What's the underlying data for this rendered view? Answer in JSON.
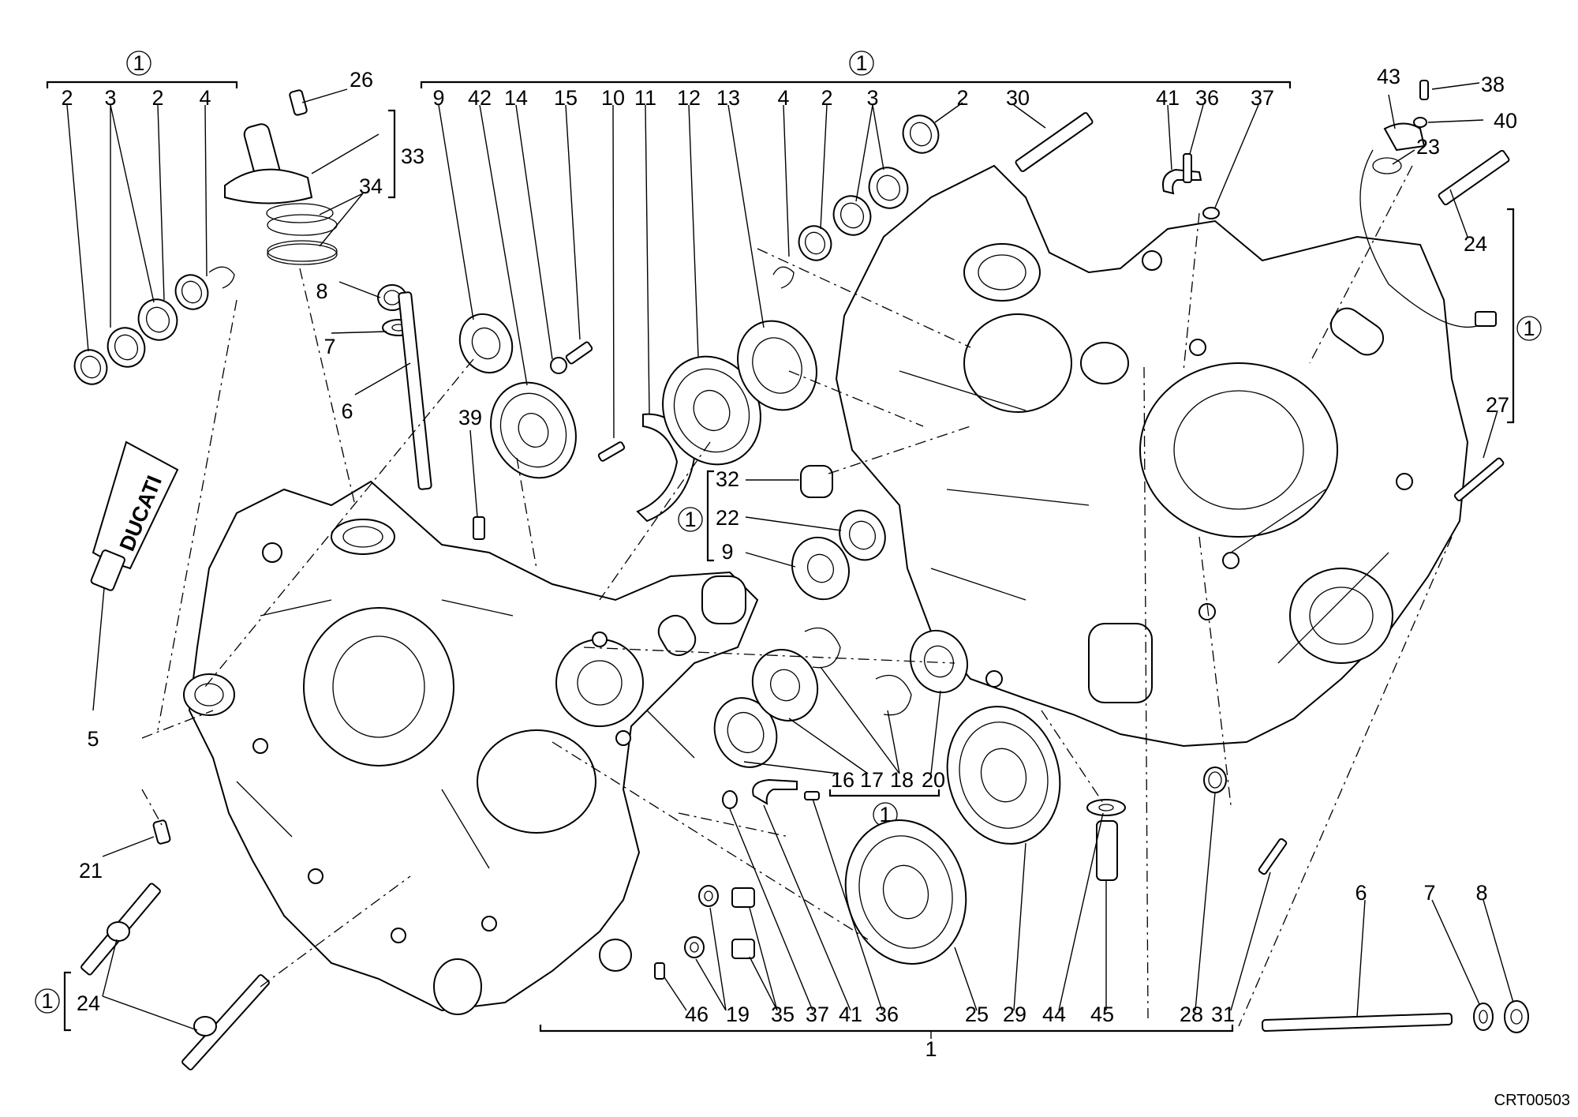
{
  "diagram": {
    "drawing_code": "CRT00503",
    "tube_text": "DUCATI",
    "group_marker": "1",
    "part_numbers": {
      "top_left_group": [
        "2",
        "3",
        "2",
        "4"
      ],
      "top_main_row": [
        "9",
        "42",
        "14",
        "15",
        "10",
        "11",
        "12",
        "13",
        "4",
        "2",
        "3",
        "2",
        "30",
        "41",
        "36",
        "37"
      ],
      "top_right": [
        "43",
        "38",
        "40",
        "23",
        "24",
        "27"
      ],
      "left_column": [
        "26",
        "33",
        "34",
        "8",
        "7",
        "6",
        "39",
        "5",
        "21",
        "24"
      ],
      "middle_stack": [
        "32",
        "22",
        "9"
      ],
      "middle_group": [
        "16",
        "17",
        "18",
        "20"
      ],
      "bottom_row": [
        "46",
        "19",
        "35",
        "37",
        "41",
        "36",
        "25",
        "29",
        "44",
        "45",
        "28",
        "31"
      ],
      "bottom_total": "1",
      "bottom_right": [
        "6",
        "7",
        "8"
      ]
    }
  }
}
